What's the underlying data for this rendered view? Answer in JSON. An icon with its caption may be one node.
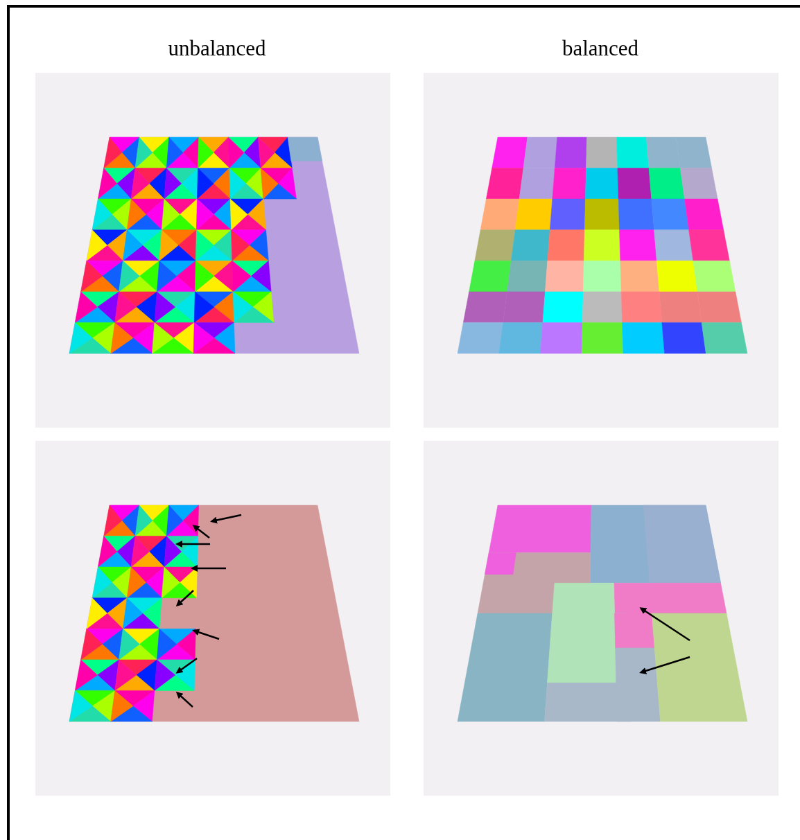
{
  "diagram": {
    "nodes": [
      {
        "text": [],
        "shape": "picture"
      },
      {
        "text": [],
        "shape": "picture"
      },
      {
        "text": [],
        "shape": "picture"
      },
      {
        "text": [],
        "shape": "picture"
      }
    ],
    "edges": [
      {
        "from": null,
        "to": 2,
        "arrow": "to"
      },
      {
        "from": null,
        "to": 2,
        "arrow": "to"
      },
      {
        "from": null,
        "to": 2,
        "arrow": "to"
      },
      {
        "from": null,
        "to": 2,
        "arrow": "to"
      },
      {
        "from": null,
        "to": 2,
        "arrow": "to"
      },
      {
        "from": null,
        "to": 2,
        "arrow": "to"
      },
      {
        "from": null,
        "to": 2,
        "arrow": "to"
      },
      {
        "from": null,
        "to": 2,
        "arrow": "to"
      },
      {
        "from": null,
        "to": 3,
        "arrow": "to"
      },
      {
        "from": null,
        "to": 3,
        "arrow": "to"
      }
    ],
    "labels": [
      "unbalanced",
      "balanced"
    ]
  }
}
